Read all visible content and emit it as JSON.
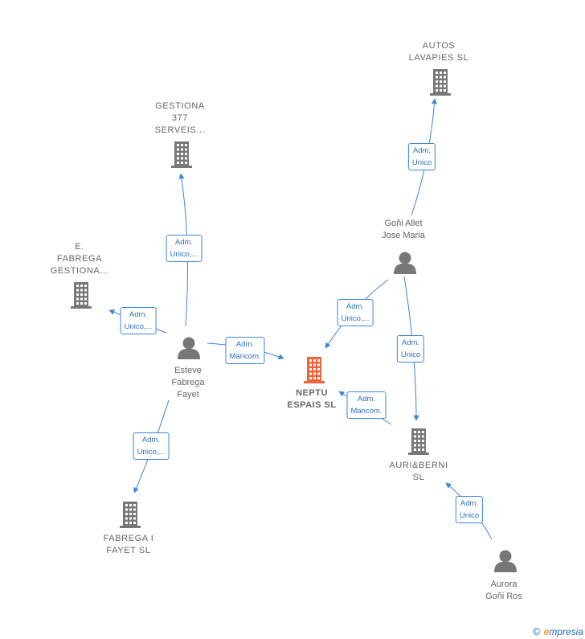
{
  "center": {
    "name": "NEPTU\nESPAIS  SL",
    "color": "#f4623a"
  },
  "companies": [
    {
      "id": "autos",
      "name": "AUTOS\nLAVAPIES  SL"
    },
    {
      "id": "gestiona",
      "name": "GESTIONA\n377\nSERVEIS..."
    },
    {
      "id": "efabrega",
      "name": "E.\nFABREGA\nGESTIONA..."
    },
    {
      "id": "auriberni",
      "name": "AURI&BERNI\nSL"
    },
    {
      "id": "fabregaifayet",
      "name": "FABREGA I\nFAYET  SL"
    }
  ],
  "persons": [
    {
      "id": "goni",
      "name": "Goñi Allet\nJose Maria"
    },
    {
      "id": "esteve",
      "name": "Esteve\nFabrega\nFayet"
    },
    {
      "id": "aurora",
      "name": "Aurora\nGoñi Ros"
    }
  ],
  "relations": [
    {
      "id": "goni-autos",
      "label": "Adm.\nUnico"
    },
    {
      "id": "esteve-gestiona",
      "label": "Adm.\nUnico,..."
    },
    {
      "id": "esteve-efabrega",
      "label": "Adm.\nUnico,..."
    },
    {
      "id": "esteve-neptu",
      "label": "Adm.\nMancom."
    },
    {
      "id": "goni-neptu",
      "label": "Adm.\nUnico,..."
    },
    {
      "id": "goni-auriberni",
      "label": "Adm.\nUnico"
    },
    {
      "id": "auriberni-neptu",
      "label": "Adm.\nMancom."
    },
    {
      "id": "esteve-fabregaifayet",
      "label": "Adm.\nUnico,..."
    },
    {
      "id": "aurora-auriberni",
      "label": "Adm.\nUnico"
    }
  ],
  "colors": {
    "building": "#777777",
    "person": "#777777",
    "edge": "#3a86d8",
    "label": "#666666"
  },
  "icons": {
    "company": "building-icon",
    "person": "person-icon"
  },
  "brand": {
    "copyright": "©",
    "initial": "e",
    "rest": "mpresia"
  }
}
